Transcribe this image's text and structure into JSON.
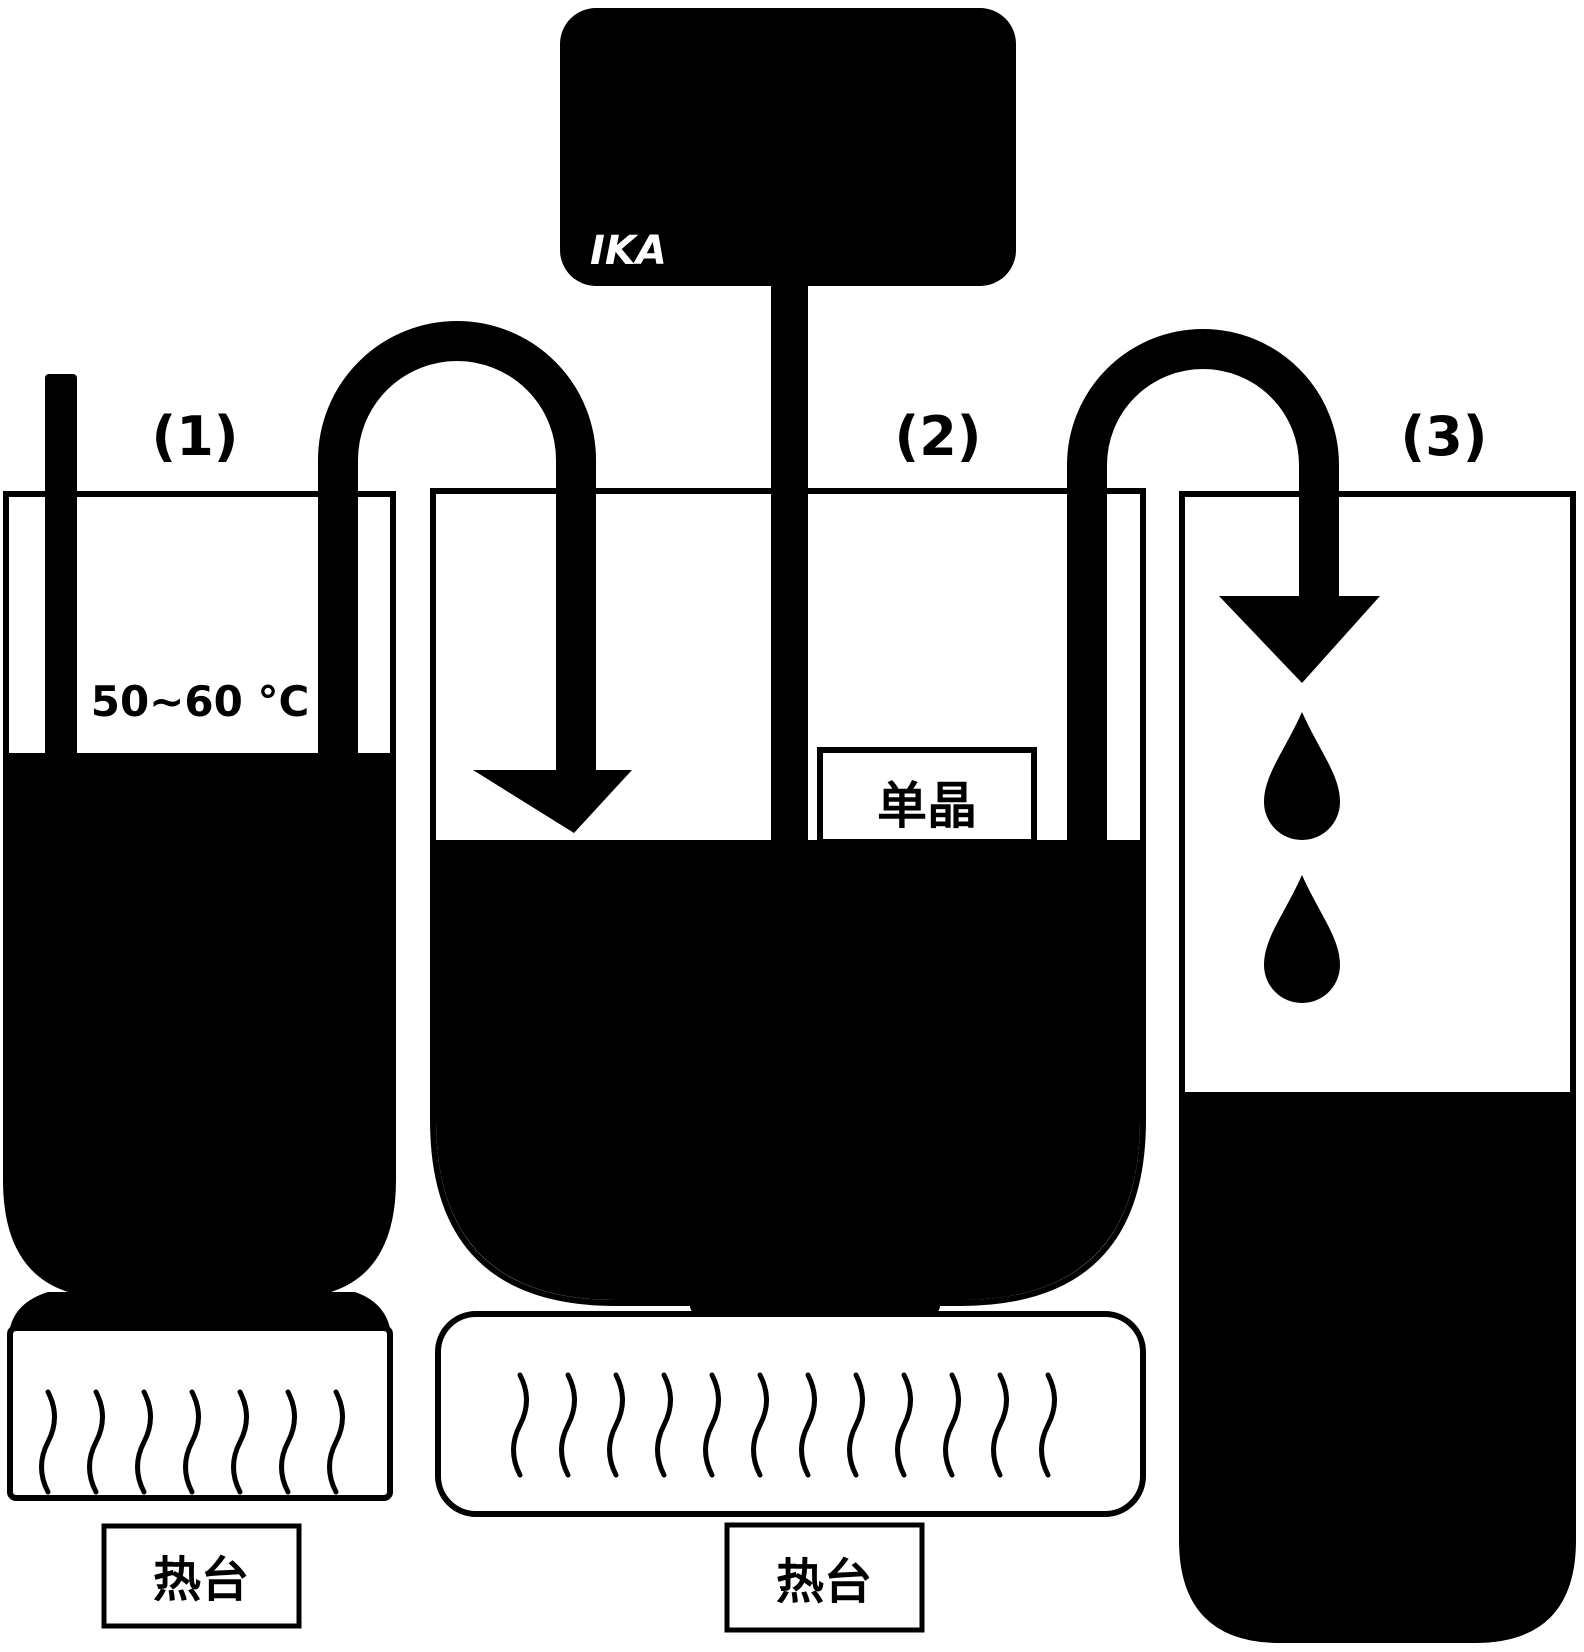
{
  "vessels": [
    {
      "label": "(1)",
      "temperature": "50~60 °C"
    },
    {
      "label": "(2)",
      "crystal": "单晶"
    },
    {
      "label": "(3)"
    }
  ],
  "stirrer": {
    "brand": "IKA"
  },
  "hotplates": [
    {
      "label": "热台"
    },
    {
      "label": "热台"
    }
  ]
}
